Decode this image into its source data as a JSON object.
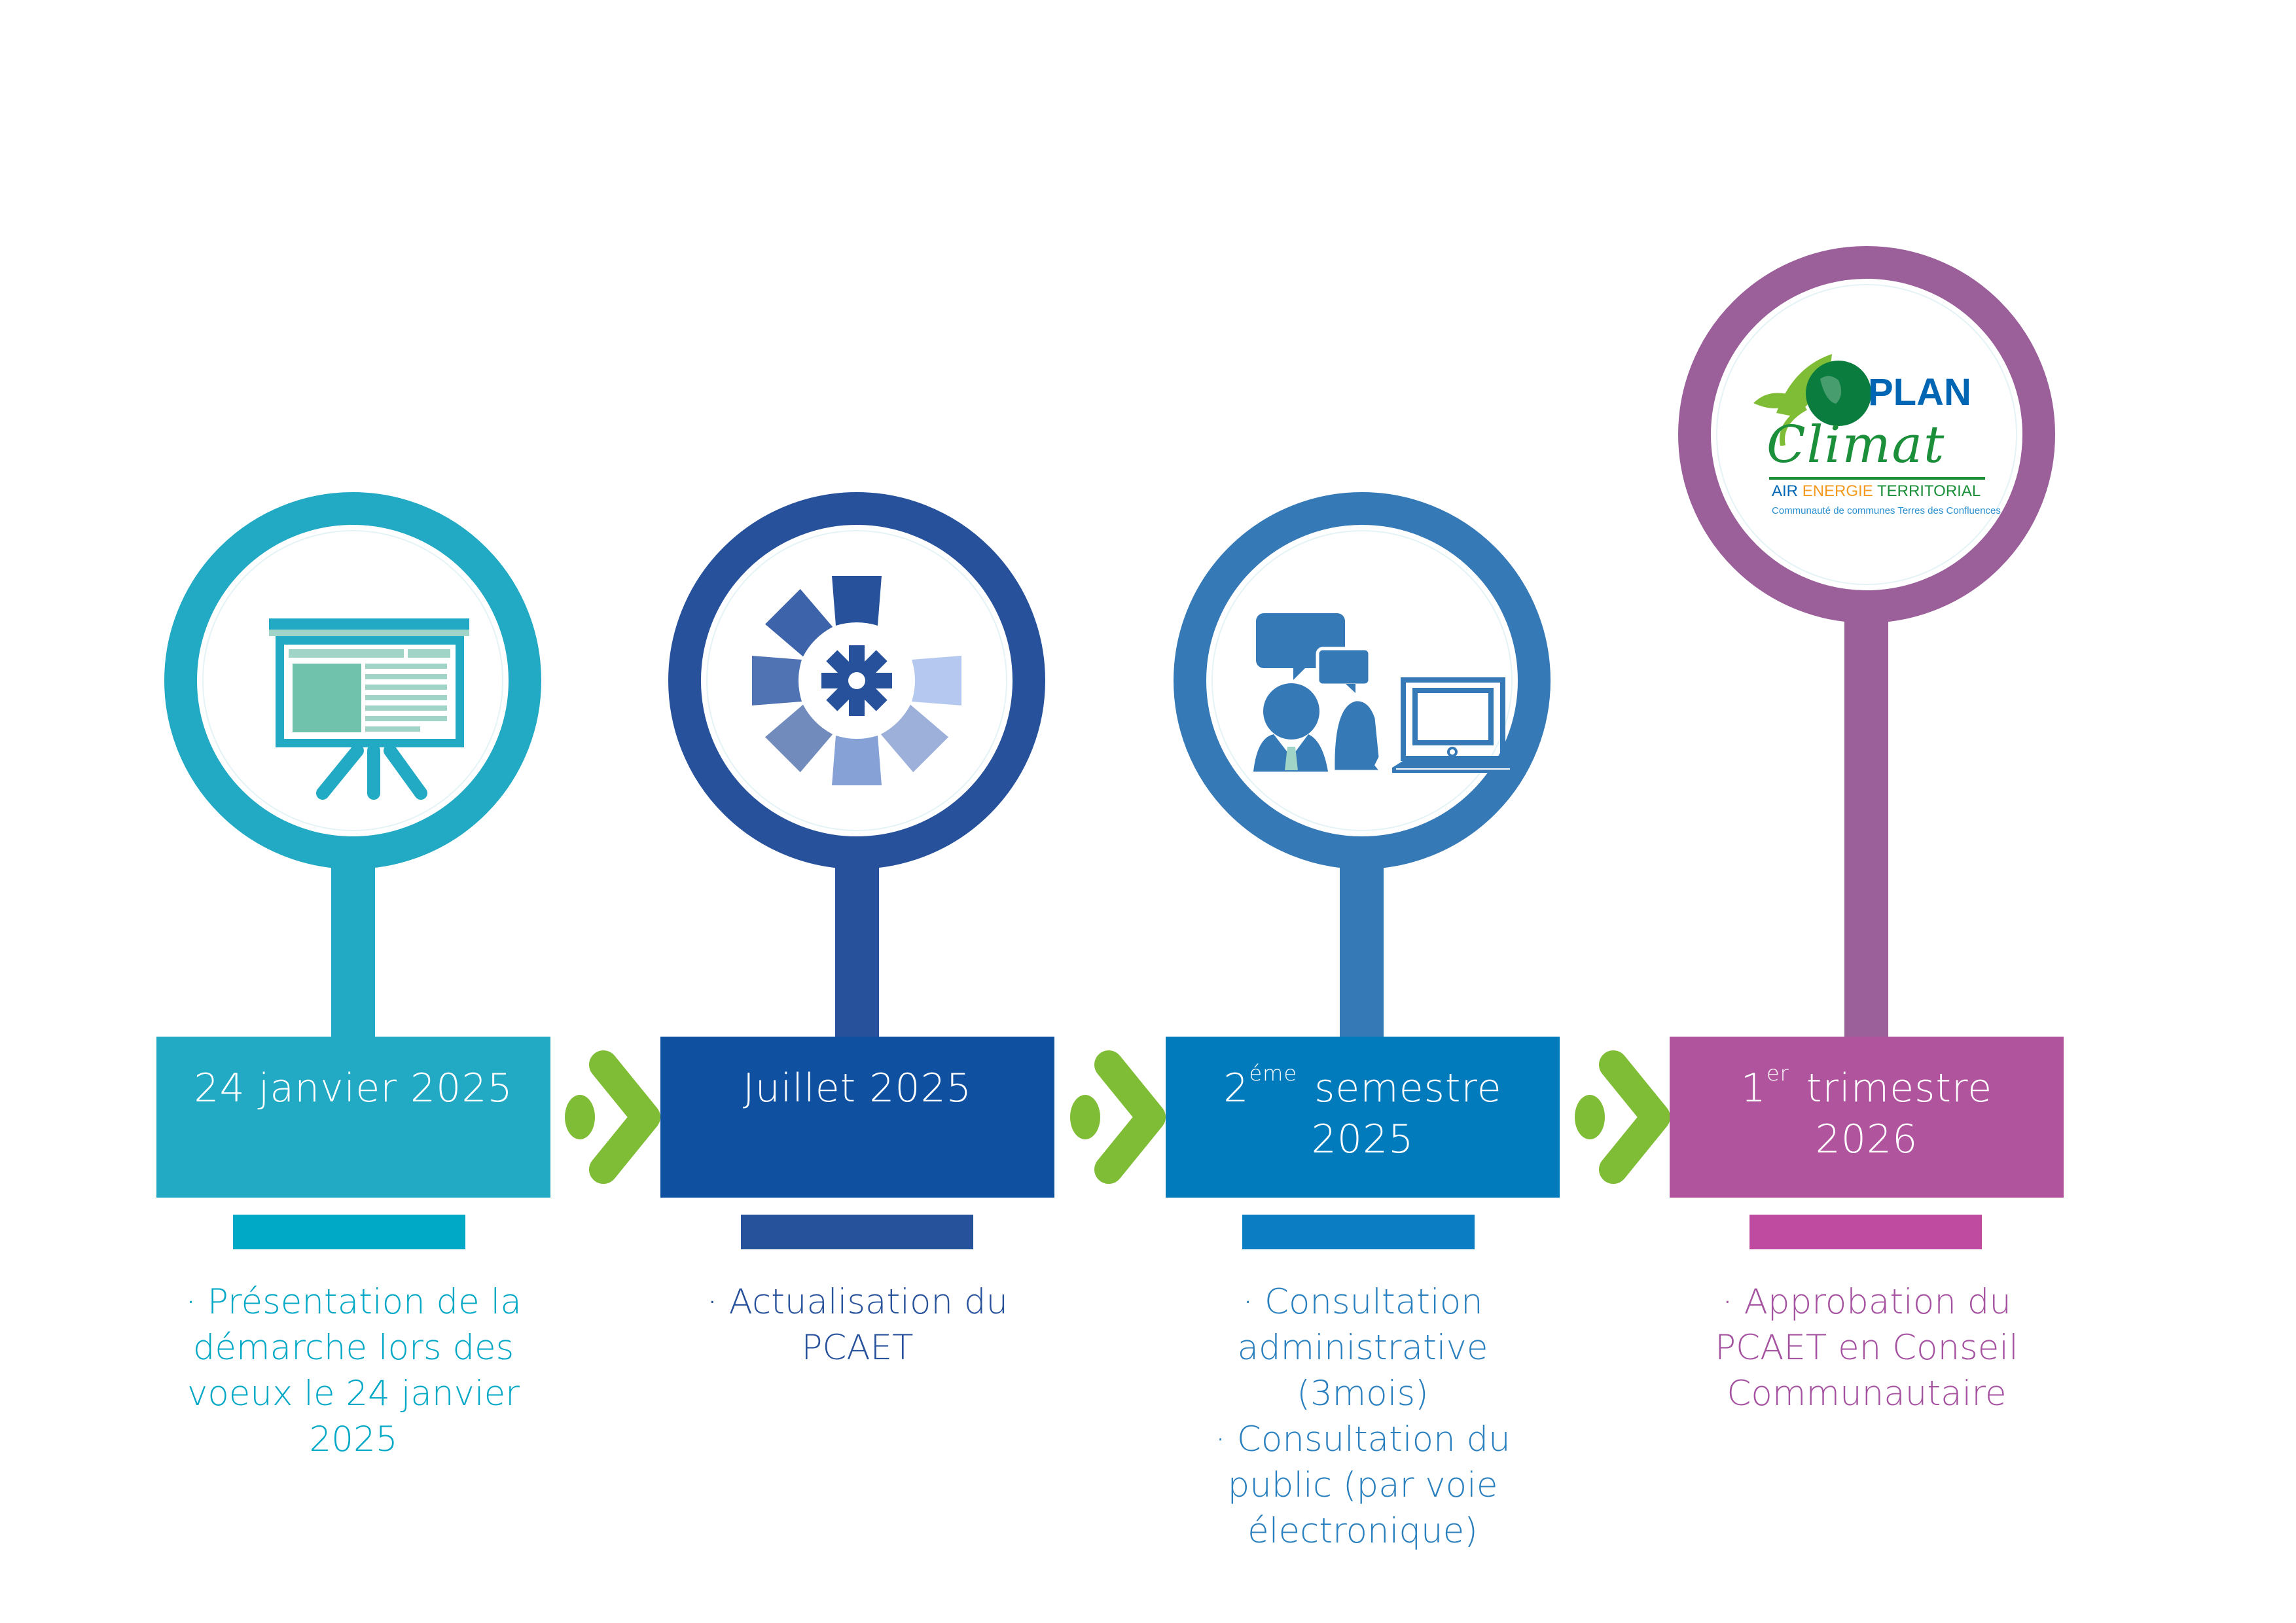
{
  "colors": {
    "step1": "#22a9c4",
    "step2": "#0f51a0",
    "step3": "#027bbd",
    "step4": "#b0549e",
    "arrow": "#80bd37"
  },
  "steps": [
    {
      "icon": "presentation-board-icon",
      "date_main": "24 janvier 2025",
      "date_sup": "",
      "date_rest": "",
      "date_line2": "",
      "bullets": [
        "· Présentation de la démarche lors des voeux le 24 janvier 2025"
      ]
    },
    {
      "icon": "gear-segments-icon",
      "date_main": "Juillet 2025",
      "date_sup": "",
      "date_rest": "",
      "date_line2": "",
      "bullets": [
        "· Actualisation du PCAET"
      ]
    },
    {
      "icon": "people-chat-laptop-icon",
      "date_main": "2",
      "date_sup": "éme",
      "date_rest": "semestre",
      "date_line2": "2025",
      "bullets": [
        "· Consultation administrative (3mois)",
        "· Consultation du public (par voie électronique)"
      ]
    },
    {
      "icon": "plan-climat-logo",
      "date_main": "1",
      "date_sup": "er",
      "date_rest": "trimestre",
      "date_line2": "2026",
      "bullets": [
        "· Approbation du PCAET en Conseil Communautaire"
      ]
    }
  ],
  "logo": {
    "line1": "PLAN",
    "line2": "Climat",
    "air": "AIR",
    "energie": "ENERGIE",
    "territorial": "TERRITORIAL",
    "subtitle": "Communauté de communes Terres des Confluences"
  }
}
